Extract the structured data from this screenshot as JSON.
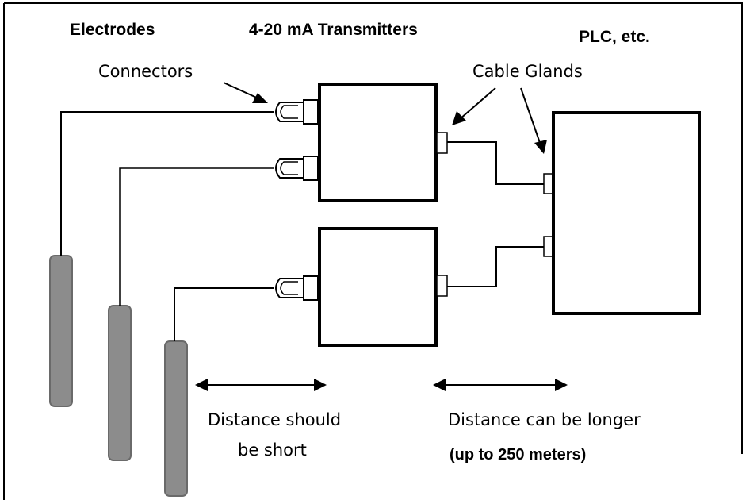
{
  "headers": {
    "electrodes": "Electrodes",
    "transmitters": "4-20 mA Transmitters",
    "plc": "PLC, etc."
  },
  "labels": {
    "connectors": "Connectors",
    "cable_glands": "Cable Glands",
    "distance_short_line1": "Distance should",
    "distance_short_line2": "be short",
    "distance_long_line1": "Distance can be longer",
    "distance_long_line2": "(up to 250 meters)"
  },
  "colors": {
    "line": "#000000",
    "electrode_fill": "#8c8c8c",
    "electrode_stroke": "#6a6a6a",
    "background": "#ffffff"
  }
}
